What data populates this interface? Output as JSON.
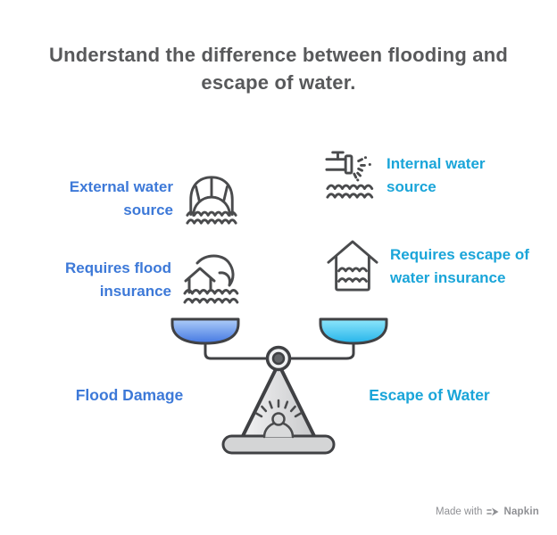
{
  "title": "Understand the difference between flooding and escape of water.",
  "items": [
    {
      "label": "External water source",
      "icon": "flood-barrier-icon"
    },
    {
      "label": "Internal water source",
      "icon": "leaking-pipe-icon"
    },
    {
      "label": "Requires flood insurance",
      "icon": "flood-wave-house-icon"
    },
    {
      "label": "Requires escape of water insurance",
      "icon": "flooded-house-icon"
    }
  ],
  "scale": {
    "left_label": "Flood Damage",
    "right_label": "Escape of Water",
    "left_pan": {
      "top": "#aecdf8",
      "bottom": "#4377e2"
    },
    "right_pan": {
      "top": "#8fe6fb",
      "bottom": "#24b4ea"
    },
    "pedestal": {
      "light": "#f3f3f4",
      "dark": "#c7c8ca"
    }
  },
  "colors": {
    "title": "#58595b",
    "blue": "#3d79d8",
    "cyan": "#1aa5d9",
    "icon_stroke": "#4a4b4d",
    "outline": "#404144",
    "muted": "#8f9094"
  },
  "footer": {
    "made_with": "Made with",
    "brand": "Napkin"
  }
}
